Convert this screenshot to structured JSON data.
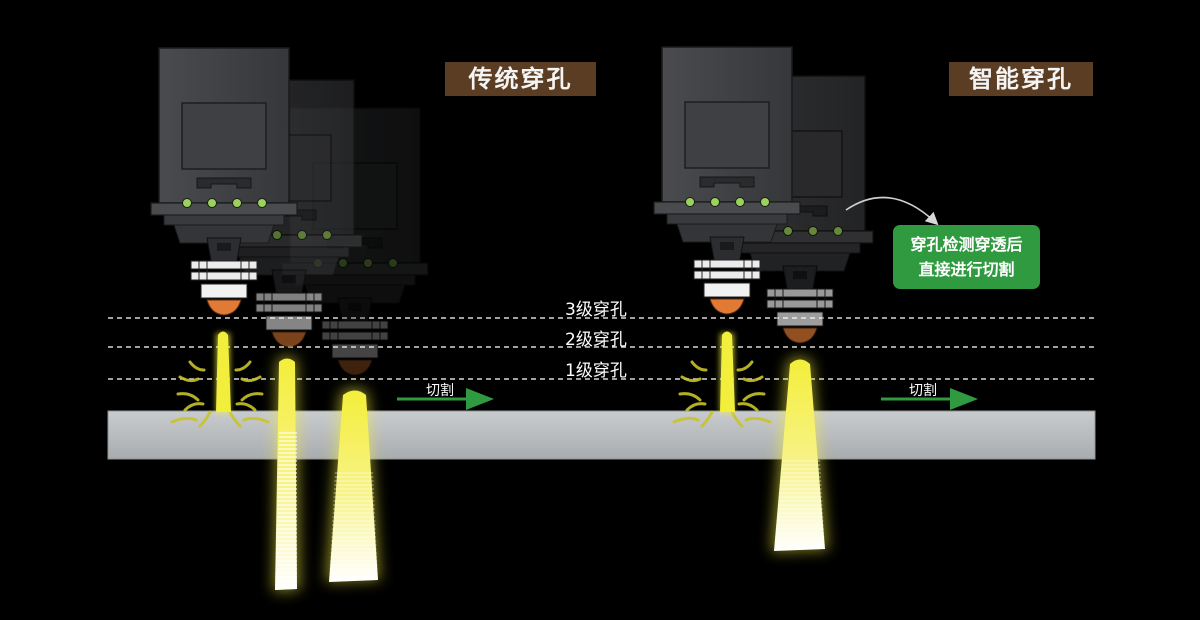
{
  "titles": {
    "traditional": "传统穿孔",
    "smart": "智能穿孔"
  },
  "levels": [
    "3级穿孔",
    "2级穿孔",
    "1级穿孔"
  ],
  "cut_labels": {
    "left": "切割",
    "right": "切割"
  },
  "note": {
    "line1": "穿孔检测穿透后",
    "line2": "直接进行切割"
  },
  "colors": {
    "title_badge": "#5a3d22",
    "note_box": "#2f9a3f",
    "beam": "#f2ee3c",
    "arrow": "#2f9a3f",
    "workpiece": "#b9bcbf",
    "head_body": "#3b3c3f",
    "led": "#9bd25a",
    "nozzle": "#e07a34"
  }
}
